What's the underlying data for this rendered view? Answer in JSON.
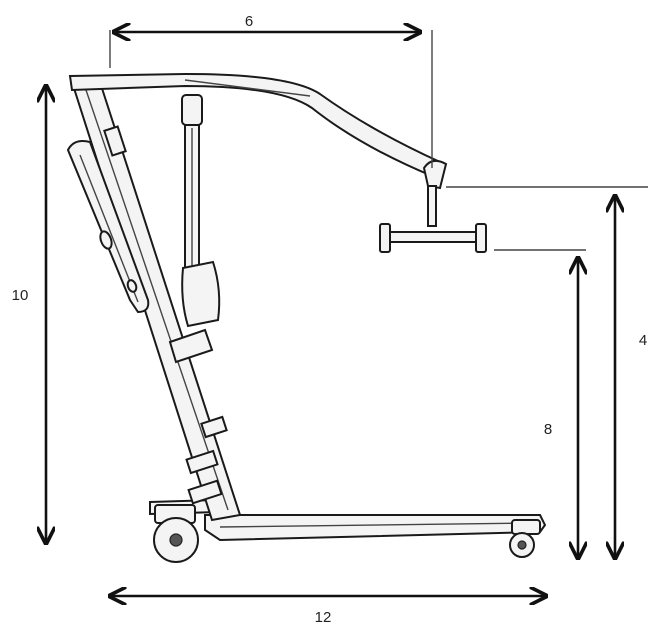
{
  "dimensions": {
    "boom_reach": "6",
    "mast_height": "10",
    "spreader_height": "4",
    "hook_height": "8",
    "base_length": "12"
  },
  "colors": {
    "line": "#1a1a1a",
    "arrow": "#111111",
    "background": "#ffffff"
  }
}
